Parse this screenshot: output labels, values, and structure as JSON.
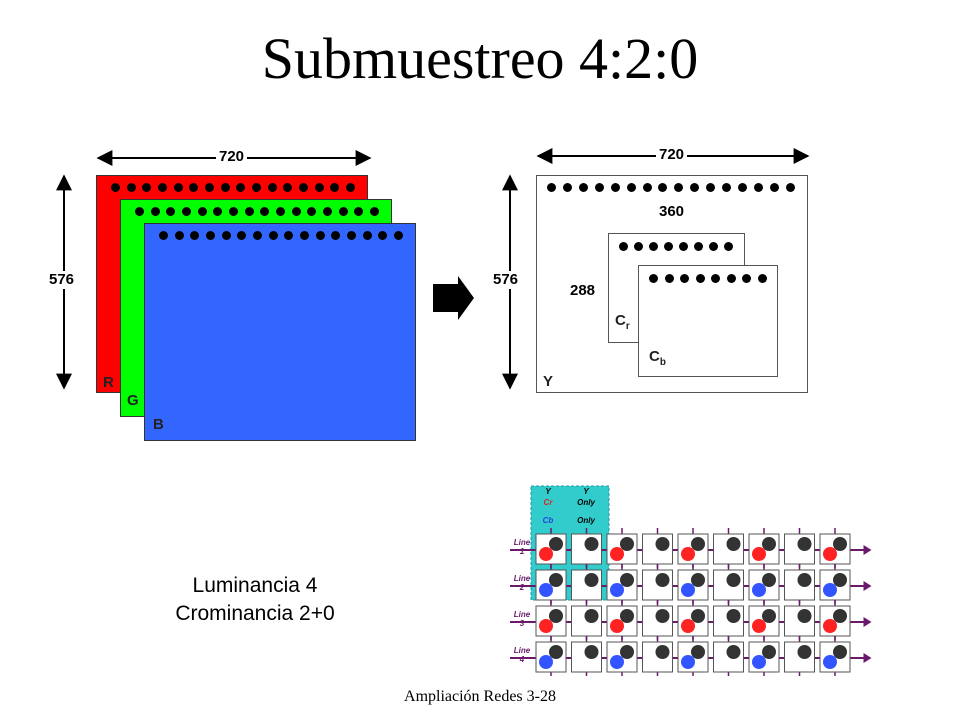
{
  "title": "Submuestreo 4:2:0",
  "footer": "Ampliación Redes 3-28",
  "rgb": {
    "width_label": "720",
    "height_label": "576",
    "planes": [
      {
        "label": "R",
        "color": "#ff0000"
      },
      {
        "label": "G",
        "color": "#00ff00"
      },
      {
        "label": "B",
        "color": "#3366ff"
      }
    ]
  },
  "ycc": {
    "width_label": "720",
    "height_label": "576",
    "y_label": "Y",
    "chroma_width_label": "360",
    "chroma_height_label": "288",
    "cr": {
      "main": "C",
      "sub": "r"
    },
    "cb": {
      "main": "C",
      "sub": "b"
    }
  },
  "caption": {
    "line1": "Luminancia 4",
    "line2": "Crominancia 2+0"
  },
  "sampling_grid": {
    "legend": {
      "col1_top": "Y",
      "col1_mid": "Cr",
      "col1_bot": "Cb",
      "col2_top": "Y",
      "col2_mid": "Only",
      "col2_bot": "Only"
    },
    "rows": [
      "Line 1",
      "Line 2",
      "Line 3",
      "Line 4"
    ],
    "colors": {
      "luma": "#333333",
      "cr": "#ff2222",
      "cb": "#3355ff",
      "highlight": "#33cccc",
      "arrow": "#6b1a6b"
    }
  }
}
